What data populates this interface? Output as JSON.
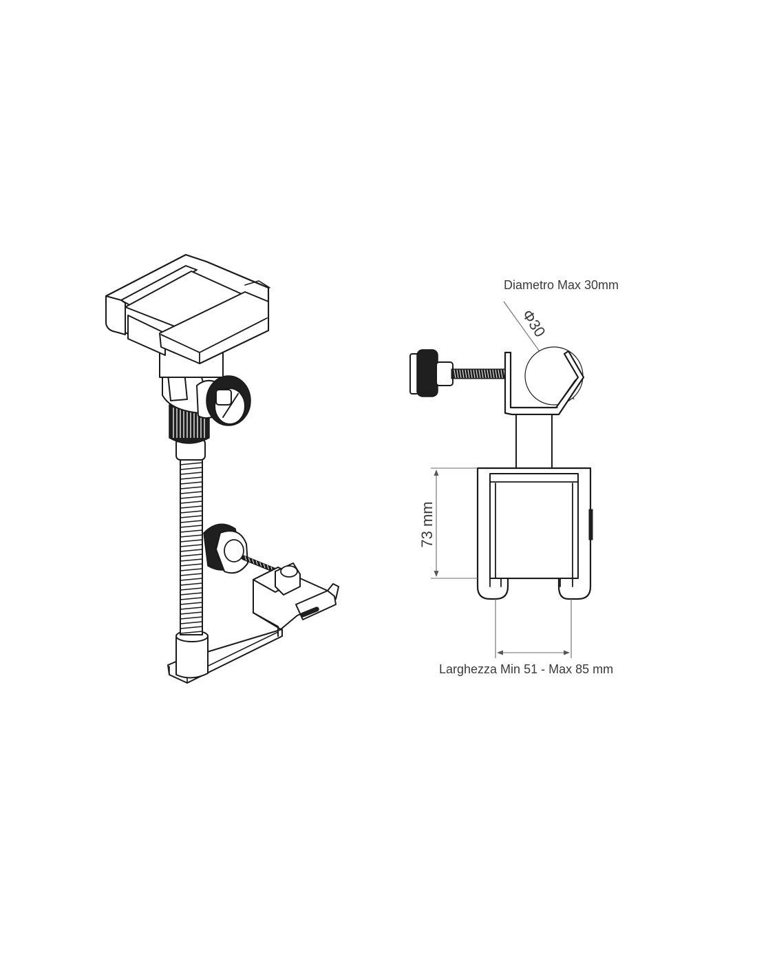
{
  "annotations": {
    "diameter_label": "Diametro Max 30mm",
    "diameter_symbol": "Φ30",
    "height_label": "73 mm",
    "width_label": "Larghezza Min 51 - Max  85 mm"
  },
  "colors": {
    "line": "#1a1a1a",
    "dimension": "#6a6a6a",
    "text": "#3a3a3a",
    "background": "#ffffff"
  }
}
